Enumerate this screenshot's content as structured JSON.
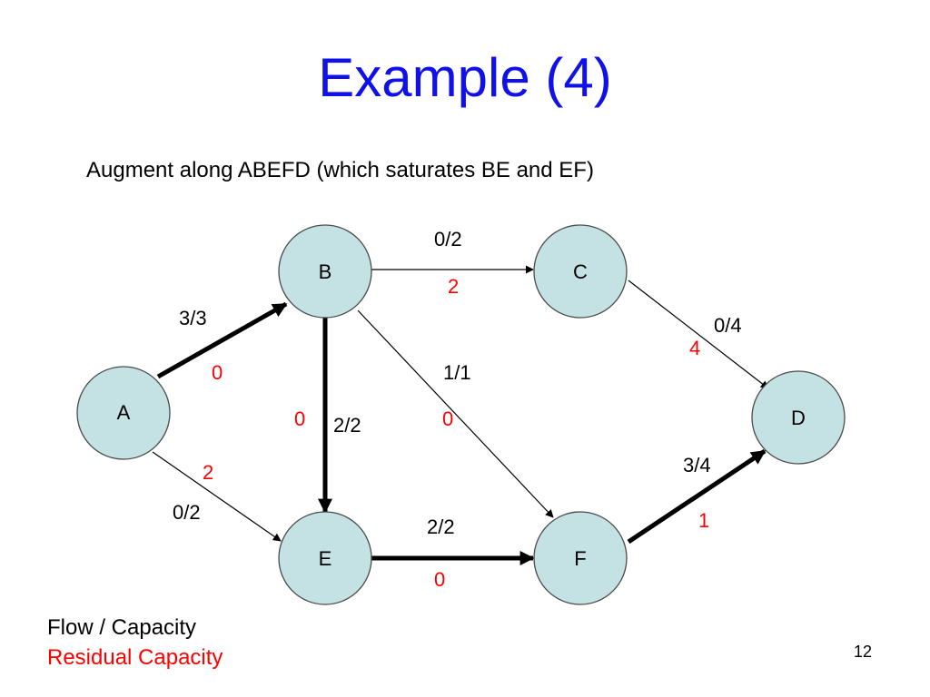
{
  "slide": {
    "title": "Example (4)",
    "subtitle": "Augment along ABEFD (which saturates BE and EF)",
    "page_number": "12"
  },
  "legend": {
    "flow_capacity": "Flow / Capacity",
    "residual_capacity": "Residual Capacity"
  },
  "colors": {
    "title": "#1010e8",
    "residual": "#ff0000",
    "node_fill": "#c4e2e4"
  },
  "nodes": [
    {
      "id": "A",
      "label": "A"
    },
    {
      "id": "B",
      "label": "B"
    },
    {
      "id": "C",
      "label": "C"
    },
    {
      "id": "D",
      "label": "D"
    },
    {
      "id": "E",
      "label": "E"
    },
    {
      "id": "F",
      "label": "F"
    }
  ],
  "edges": [
    {
      "id": "AB",
      "from": "A",
      "to": "B",
      "flow_capacity": "3/3",
      "residual": "0"
    },
    {
      "id": "AE",
      "from": "A",
      "to": "E",
      "flow_capacity": "0/2",
      "residual": "2"
    },
    {
      "id": "BC",
      "from": "B",
      "to": "C",
      "flow_capacity": "0/2",
      "residual": "2"
    },
    {
      "id": "BE",
      "from": "B",
      "to": "E",
      "flow_capacity": "2/2",
      "residual": "0"
    },
    {
      "id": "BF",
      "from": "B",
      "to": "F",
      "flow_capacity": "1/1",
      "residual": "0"
    },
    {
      "id": "CD",
      "from": "C",
      "to": "D",
      "flow_capacity": "0/4",
      "residual": "4"
    },
    {
      "id": "EF",
      "from": "E",
      "to": "F",
      "flow_capacity": "2/2",
      "residual": "0"
    },
    {
      "id": "FD",
      "from": "F",
      "to": "D",
      "flow_capacity": "3/4",
      "residual": "1"
    }
  ]
}
